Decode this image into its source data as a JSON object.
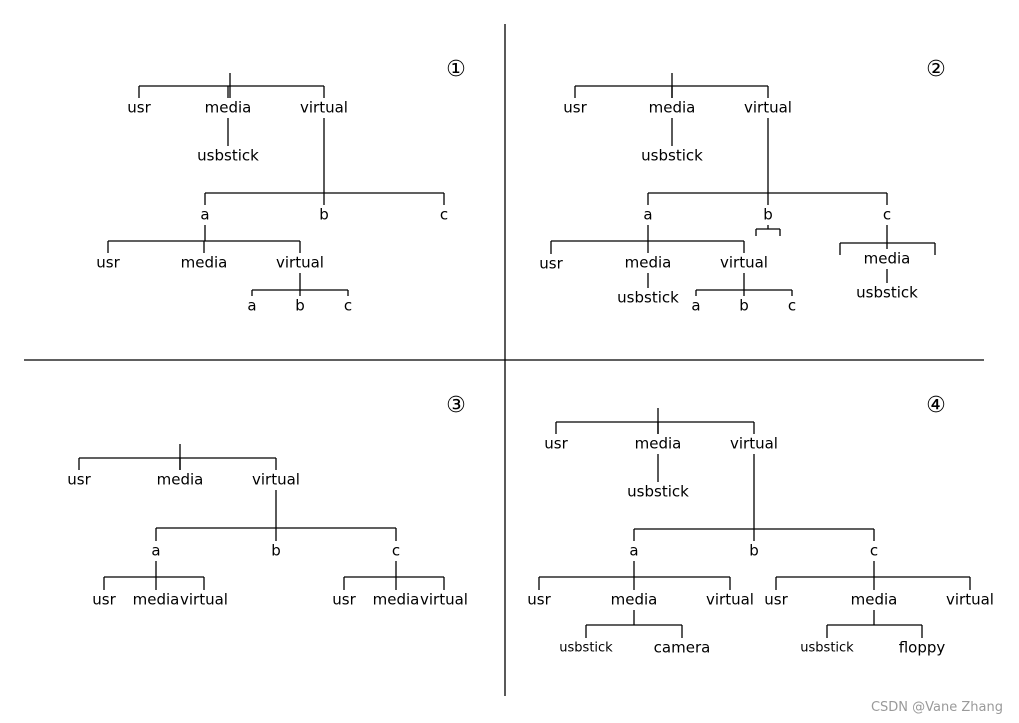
{
  "watermark": "CSDN @Vane Zhang",
  "quadrants": [
    {
      "marker": "①",
      "nodes": [
        {
          "id": "r",
          "label": ""
        },
        {
          "id": "usr",
          "label": "usr"
        },
        {
          "id": "media",
          "label": "media"
        },
        {
          "id": "virtual",
          "label": "virtual"
        },
        {
          "id": "usbstick",
          "label": "usbstick"
        },
        {
          "id": "a",
          "label": "a"
        },
        {
          "id": "b",
          "label": "b"
        },
        {
          "id": "c",
          "label": "c"
        },
        {
          "id": "a_usr",
          "label": "usr"
        },
        {
          "id": "a_media",
          "label": "media"
        },
        {
          "id": "a_virtual",
          "label": "virtual"
        },
        {
          "id": "av_a",
          "label": "a"
        },
        {
          "id": "av_b",
          "label": "b"
        },
        {
          "id": "av_c",
          "label": "c"
        }
      ]
    },
    {
      "marker": "②",
      "nodes": [
        {
          "id": "r",
          "label": ""
        },
        {
          "id": "usr",
          "label": "usr"
        },
        {
          "id": "media",
          "label": "media"
        },
        {
          "id": "virtual",
          "label": "virtual"
        },
        {
          "id": "usbstick",
          "label": "usbstick"
        },
        {
          "id": "a",
          "label": "a"
        },
        {
          "id": "b",
          "label": "b"
        },
        {
          "id": "c",
          "label": "c"
        },
        {
          "id": "a_usr",
          "label": "usr"
        },
        {
          "id": "a_media",
          "label": "media"
        },
        {
          "id": "a_virtual",
          "label": "virtual"
        },
        {
          "id": "am_usbstick",
          "label": "usbstick"
        },
        {
          "id": "av_a",
          "label": "a"
        },
        {
          "id": "av_b",
          "label": "b"
        },
        {
          "id": "av_c",
          "label": "c"
        },
        {
          "id": "c_media",
          "label": "media"
        },
        {
          "id": "cm_usbstick",
          "label": "usbstick"
        }
      ]
    },
    {
      "marker": "③",
      "nodes": [
        {
          "id": "r",
          "label": ""
        },
        {
          "id": "usr",
          "label": "usr"
        },
        {
          "id": "media",
          "label": "media"
        },
        {
          "id": "virtual",
          "label": "virtual"
        },
        {
          "id": "a",
          "label": "a"
        },
        {
          "id": "b",
          "label": "b"
        },
        {
          "id": "c",
          "label": "c"
        },
        {
          "id": "a_usr",
          "label": "usr"
        },
        {
          "id": "a_media",
          "label": "media"
        },
        {
          "id": "a_virtual",
          "label": "virtual"
        },
        {
          "id": "c_usr",
          "label": "usr"
        },
        {
          "id": "c_media",
          "label": "media"
        },
        {
          "id": "c_virtual",
          "label": "virtual"
        }
      ]
    },
    {
      "marker": "④",
      "nodes": [
        {
          "id": "r",
          "label": ""
        },
        {
          "id": "usr",
          "label": "usr"
        },
        {
          "id": "media",
          "label": "media"
        },
        {
          "id": "virtual",
          "label": "virtual"
        },
        {
          "id": "usbstick",
          "label": "usbstick"
        },
        {
          "id": "a",
          "label": "a"
        },
        {
          "id": "b",
          "label": "b"
        },
        {
          "id": "c",
          "label": "c"
        },
        {
          "id": "a_usr",
          "label": "usr"
        },
        {
          "id": "a_media",
          "label": "media"
        },
        {
          "id": "a_virtual",
          "label": "virtual"
        },
        {
          "id": "am_usbstick",
          "label": "usbstick"
        },
        {
          "id": "am_camera",
          "label": "camera"
        },
        {
          "id": "c_usr",
          "label": "usr"
        },
        {
          "id": "c_media",
          "label": "media"
        },
        {
          "id": "c_virtual",
          "label": "virtual"
        },
        {
          "id": "cm_usbstick",
          "label": "usbstick"
        },
        {
          "id": "cm_floppy",
          "label": "floppy"
        }
      ]
    }
  ]
}
